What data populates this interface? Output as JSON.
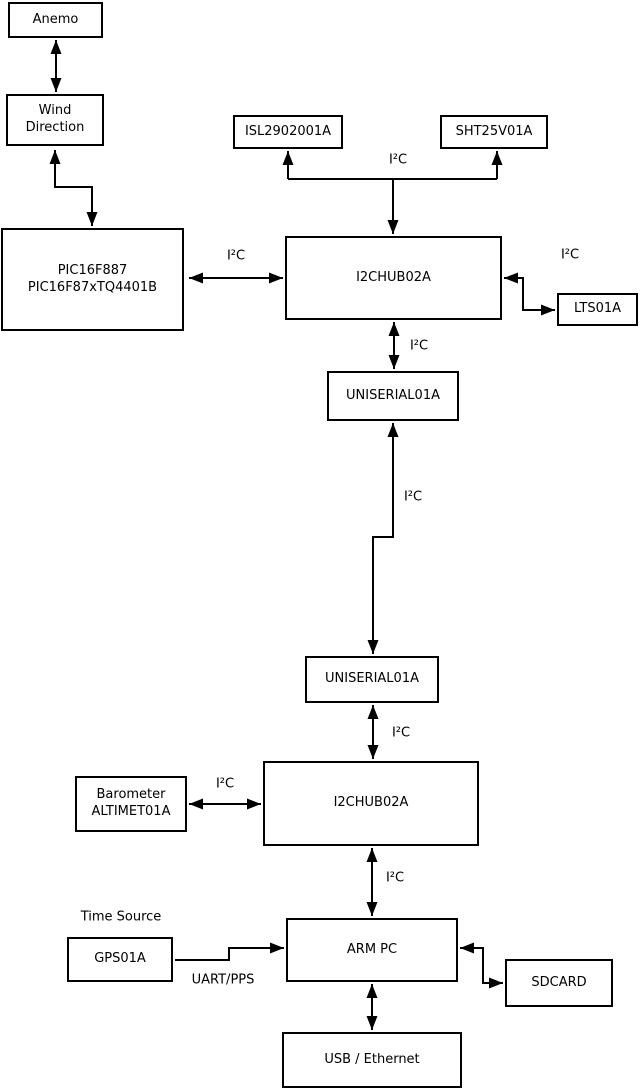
{
  "diagram": {
    "kind": "block-diagram",
    "colors": {
      "background": "#ffffff",
      "line": "#000000",
      "box_border": "#000000",
      "box_fill": "#ffffff",
      "text": "#000000"
    },
    "nodes": {
      "anemo": {
        "label": "Anemo"
      },
      "wind_direction": {
        "label": "Wind\nDirection"
      },
      "pic": {
        "label": "PIC16F887\nPIC16F87xTQ4401B"
      },
      "isl": {
        "label": "ISL2902001A"
      },
      "sht": {
        "label": "SHT25V01A"
      },
      "i2chub_top": {
        "label": "I2CHUB02A"
      },
      "lts": {
        "label": "LTS01A"
      },
      "uniserial_top": {
        "label": "UNISERIAL01A"
      },
      "uniserial_bottom": {
        "label": "UNISERIAL01A"
      },
      "i2chub_bottom": {
        "label": "I2CHUB02A"
      },
      "barometer": {
        "label": "Barometer\nALTIMET01A"
      },
      "gps": {
        "label": "GPS01A"
      },
      "arm_pc": {
        "label": "ARM PC"
      },
      "sdcard": {
        "label": "SDCARD"
      },
      "usb_ethernet": {
        "label": "USB / Ethernet"
      }
    },
    "edge_labels": {
      "i2c": "I²C",
      "uart_pps": "UART/PPS",
      "time_source": "Time Source"
    }
  }
}
